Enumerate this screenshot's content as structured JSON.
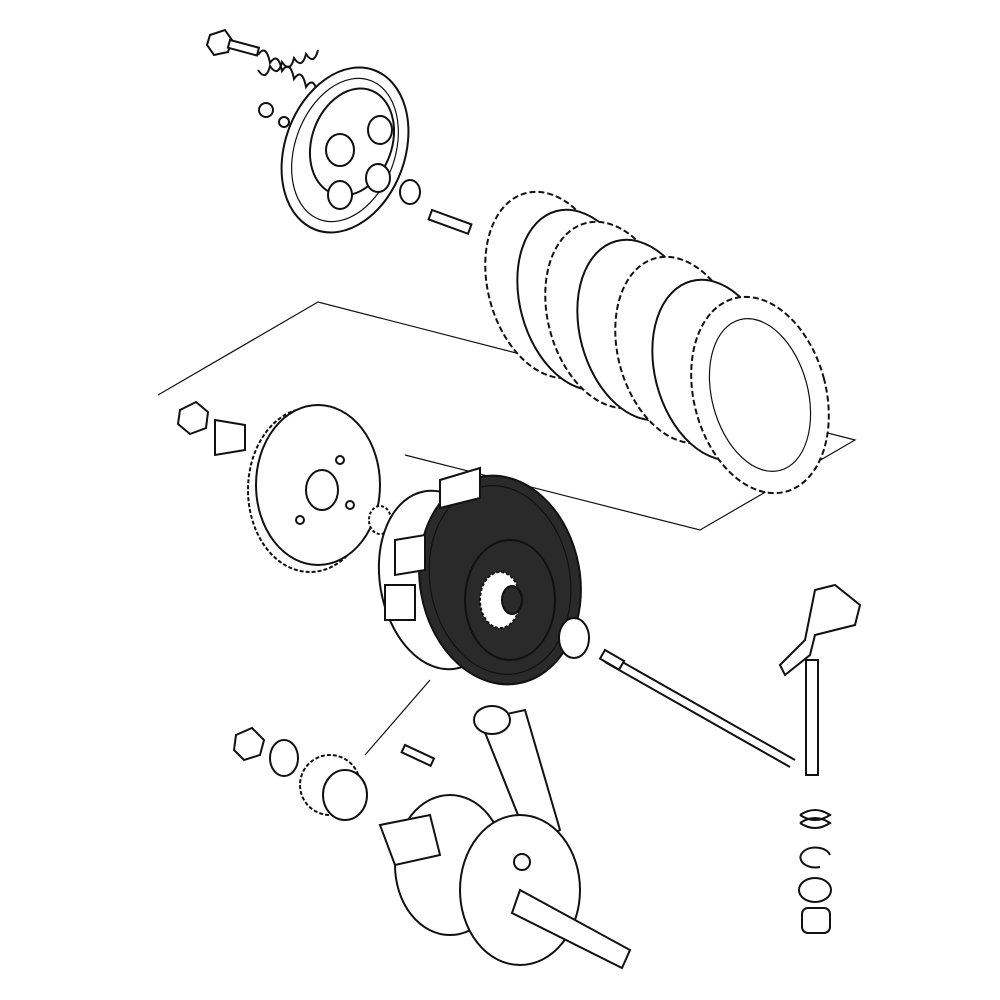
{
  "diagram": {
    "colors": {
      "line": "#111111",
      "background": "#ffffff",
      "shade": "#2a2a2a"
    },
    "parts": [
      "clutch-bolt",
      "clutch-spring",
      "pressure-plate",
      "lifter-rod",
      "friction-plates",
      "primary-gear",
      "lock-washer",
      "clutch-basket",
      "clutch-hub",
      "thrust-washer",
      "push-rod",
      "clutch-arm",
      "return-spring",
      "circlip",
      "oil-seal",
      "needle-bearing",
      "nut",
      "washer",
      "crank-gear",
      "woodruff-key",
      "crankshaft"
    ]
  }
}
